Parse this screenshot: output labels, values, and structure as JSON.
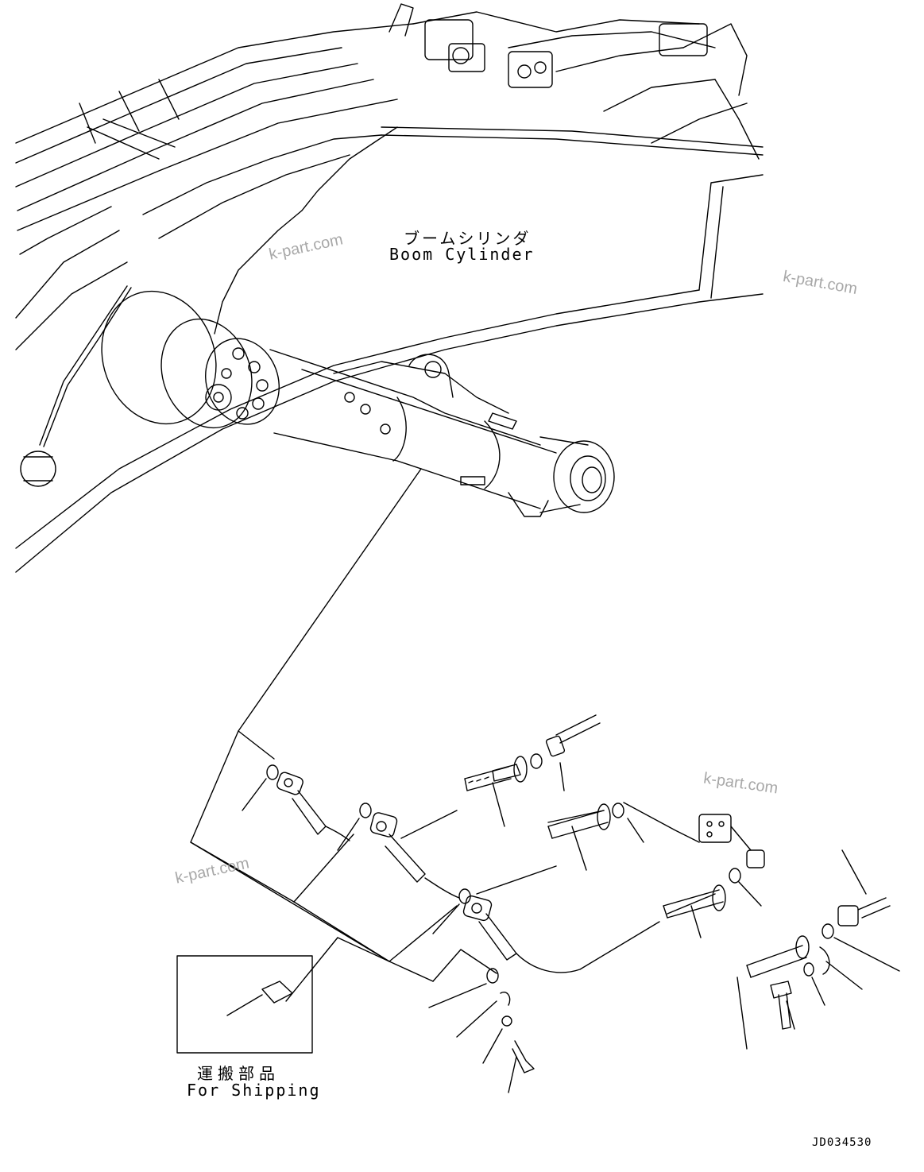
{
  "labels": {
    "boom_jp": "ブームシリンダ",
    "boom_en": "Boom Cylinder",
    "ship_jp": "運搬部品",
    "ship_en": "For Shipping",
    "drawing_no": "JD034530"
  },
  "watermark": "k-part.com",
  "colors": {
    "line": "#000000",
    "watermark": "#9a9a9a",
    "background": "#ffffff"
  }
}
